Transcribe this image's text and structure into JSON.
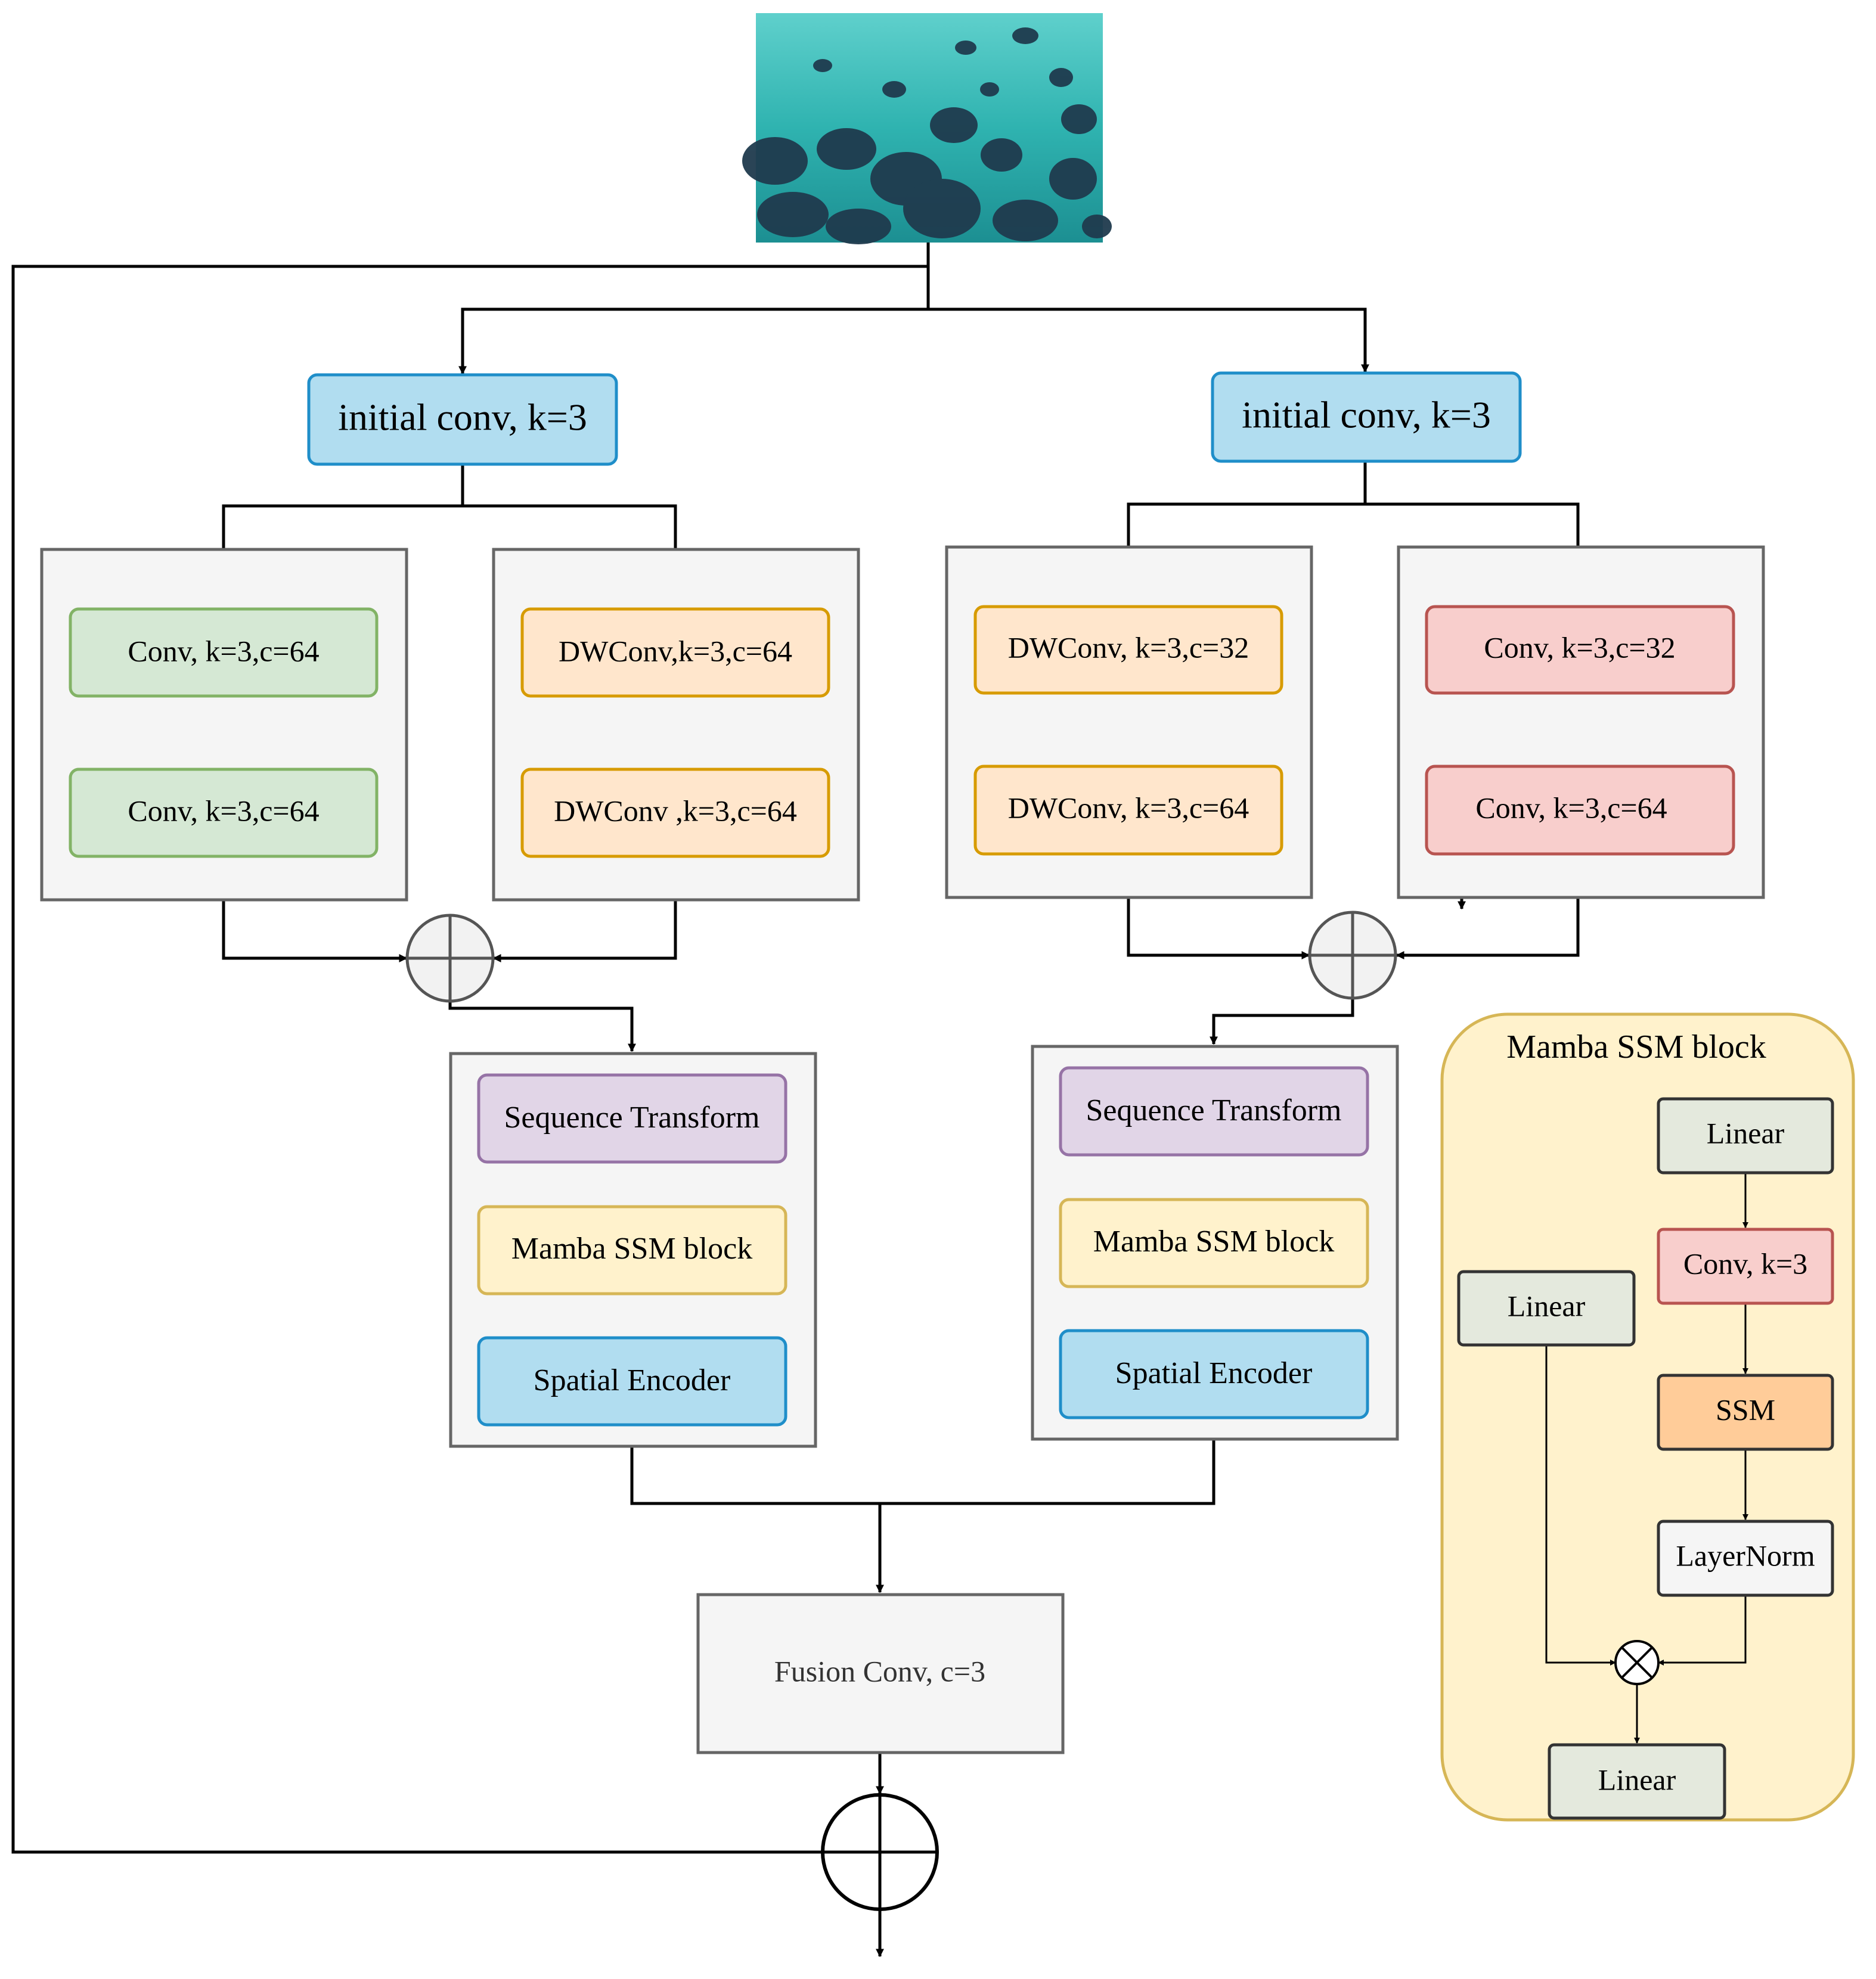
{
  "left_branch": {
    "initial_conv": "initial conv, k=3",
    "path_a": [
      "Conv, k=3,c=64",
      "Conv, k=3,c=64"
    ],
    "path_b": [
      "DWConv,k=3,c=64",
      "DWConv ,k=3,c=64"
    ],
    "encoder": [
      "Sequence Transform",
      "Mamba SSM block",
      "Spatial Encoder"
    ]
  },
  "right_branch": {
    "initial_conv": "initial conv, k=3",
    "path_a": [
      "DWConv, k=3,c=32",
      "DWConv, k=3,c=64"
    ],
    "path_b": [
      "Conv, k=3,c=32",
      "Conv, k=3,c=64"
    ],
    "encoder": [
      "Sequence Transform",
      "Mamba SSM block",
      "Spatial Encoder"
    ]
  },
  "fusion": {
    "label": "Fusion Conv, c=3"
  },
  "mamba_panel": {
    "title": "Mamba SSM block",
    "linear_top": "Linear",
    "conv": "Conv, k=3",
    "ssm": "SSM",
    "layernorm": "LayerNorm",
    "linear_side": "Linear",
    "linear_out": "Linear"
  },
  "colors": {
    "blue_fill": "#b1ddf0",
    "blue_stroke": "#1f8ec9",
    "green_fill": "#d5e8d4",
    "green_stroke": "#82b366",
    "orange_fill": "#ffe6cc",
    "orange_stroke": "#d79b00",
    "red_fill": "#f8cecc",
    "red_stroke": "#b85450",
    "purple_fill": "#e1d5e7",
    "purple_stroke": "#9673a6",
    "yellow_fill": "#fff2cc",
    "yellow_stroke": "#d6b656",
    "group_fill": "#f5f5f5",
    "group_stroke": "#666666",
    "ssm_fill": "#ffcc99",
    "linear_fill": "#e4e9dd",
    "water": "#2fb3b0"
  },
  "input_image": {
    "icon": "underwater-fish-photo"
  }
}
